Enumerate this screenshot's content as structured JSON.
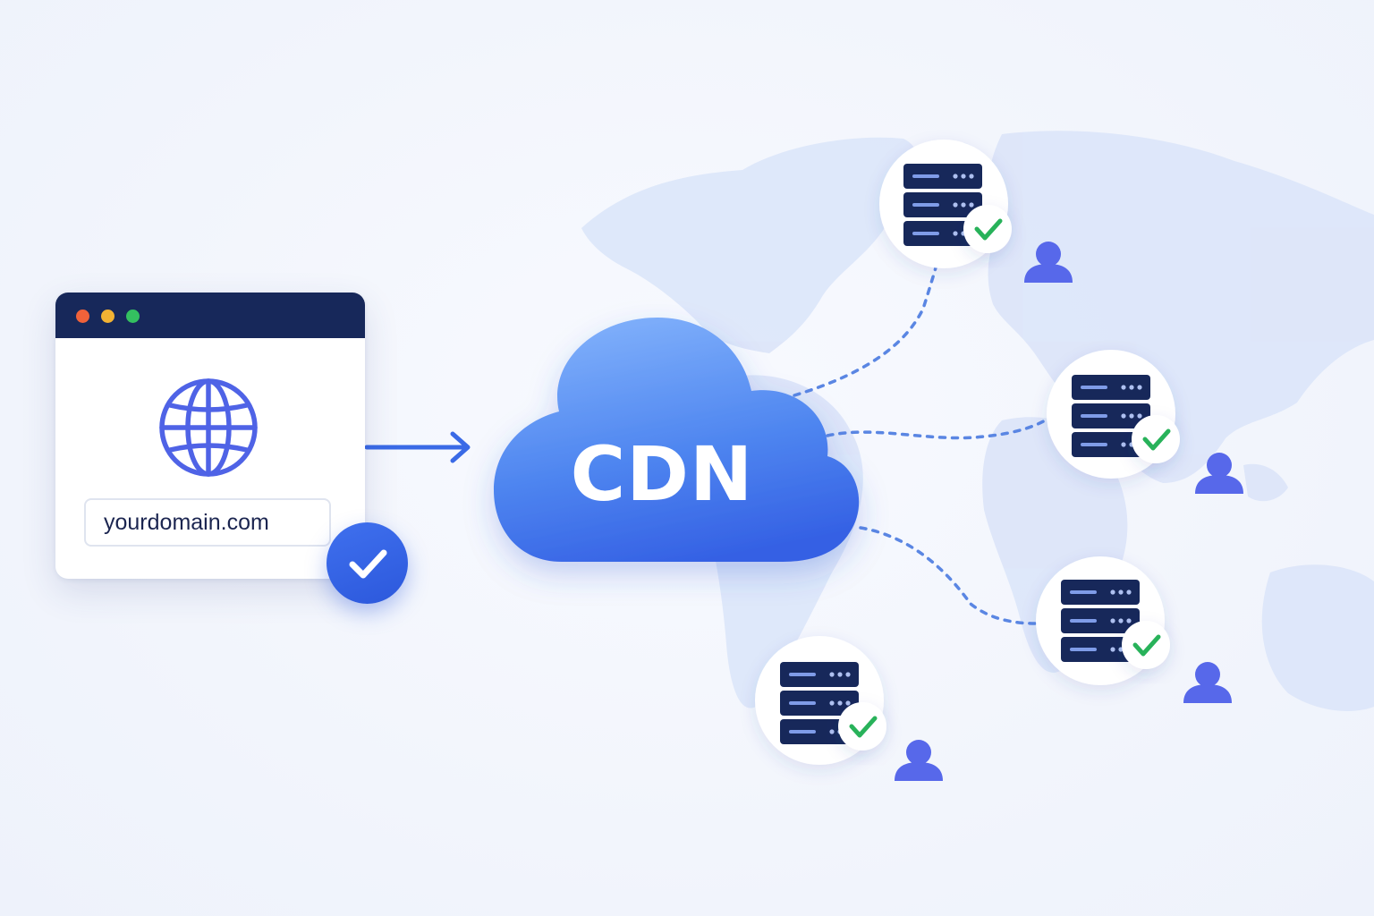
{
  "browser": {
    "url": "yourdomain.com"
  },
  "cdn": {
    "label": "CDN"
  },
  "icons": {
    "window_controls": [
      "close-dot",
      "minimize-dot",
      "maximize-dot"
    ],
    "globe": "globe-icon",
    "check": "check-icon",
    "server": "server-icon",
    "user": "user-icon",
    "map": "world-map"
  },
  "colors": {
    "accent_blue": "#2c58dc",
    "cloud_light": "#7fb0fa",
    "cloud_dark": "#3665e6",
    "navy": "#17285a",
    "success_green": "#28b25a",
    "user_purple": "#5566e8",
    "map_tint": "#dde6fa",
    "connector": "#5a86e3"
  },
  "edge_nodes": [
    {
      "id": "north",
      "status": "online"
    },
    {
      "id": "east",
      "status": "online"
    },
    {
      "id": "southeast",
      "status": "online"
    },
    {
      "id": "south",
      "status": "online"
    }
  ]
}
